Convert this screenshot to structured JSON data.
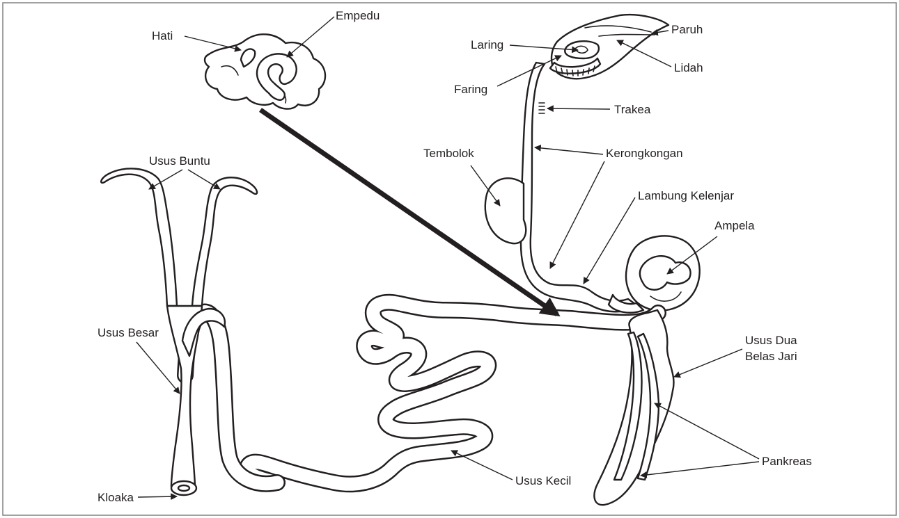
{
  "labels": {
    "hati": "Hati",
    "empedu": "Empedu",
    "laring": "Laring",
    "paruh": "Paruh",
    "lidah": "Lidah",
    "faring": "Faring",
    "trakea": "Trakea",
    "tembolok": "Tembolok",
    "kerongkongan": "Kerongkongan",
    "lambung_kelenjar": "Lambung Kelenjar",
    "ampela": "Ampela",
    "usus_buntu": "Usus Buntu",
    "usus_besar": "Usus Besar",
    "usus_dua_belas_jari_1": "Usus Dua",
    "usus_dua_belas_jari_2": "Belas Jari",
    "pankreas": "Pankreas",
    "usus_kecil": "Usus Kecil",
    "kloaka": "Kloaka"
  },
  "colors": {
    "line": "#231f20",
    "background": "#ffffff",
    "frame": "#808080"
  }
}
